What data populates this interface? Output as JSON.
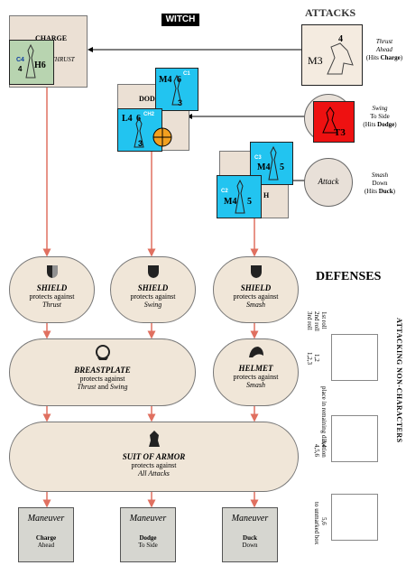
{
  "title_tag": "WITCH",
  "headings": {
    "attacks": "ATTACKS",
    "defenses": "DEFENSES"
  },
  "attacks": [
    {
      "line1": "Thrust",
      "line2": "Ahead",
      "line3_pre": "(Hits ",
      "line3_bold": "Charge",
      "line3_post": ")"
    },
    {
      "line1": "Swing",
      "line2": "To Side",
      "line3_pre": "(Hits ",
      "line3_bold": "Dodge",
      "line3_post": ")"
    },
    {
      "line1": "Smash",
      "line2": "Down",
      "line3_pre": "(Hits ",
      "line3_bold": "Duck",
      "line3_post": ")"
    }
  ],
  "attack_circle_label": "Attack",
  "charge_box": {
    "line1": "CHARGE",
    "line2": "THRUST"
  },
  "dodge_box": {
    "label": "DOD"
  },
  "duck_box": {
    "label": "H"
  },
  "counters": {
    "c4": {
      "code": "C4",
      "top": "4",
      "bottom": "H6",
      "color": "#b8d4b0"
    },
    "m3": {
      "top": "4",
      "left": "M3"
    },
    "m4_c1": {
      "code": "C1",
      "left": "M4",
      "top": "6",
      "bottom": "3",
      "color": "#22c4f0"
    },
    "l4_c2": {
      "code": "CH2",
      "left": "L4",
      "top": "6",
      "bottom": "3",
      "color": "#22c4f0"
    },
    "t3": {
      "code": "T3",
      "color": "#ee1111"
    },
    "m4_c3": {
      "code": "C3",
      "left": "M4",
      "right": "5",
      "color": "#22c4f0"
    },
    "m4_c2": {
      "code": "C2",
      "left": "M4",
      "right": "5",
      "color": "#22c4f0"
    }
  },
  "defenses": {
    "shield_thrust": {
      "name": "SHIELD",
      "protects": "protects against",
      "what": "Thrust"
    },
    "shield_swing": {
      "name": "SHIELD",
      "protects": "protects against",
      "what": "Swing"
    },
    "shield_smash": {
      "name": "SHIELD",
      "protects": "protects against",
      "what": "Smash"
    },
    "breastplate": {
      "name": "BREASTPLATE",
      "protects": "protects against",
      "what_a": "Thrust",
      "and": " and ",
      "what_b": "Swing"
    },
    "helmet": {
      "name": "HELMET",
      "protects": "protects against",
      "what": "Smash"
    },
    "suit": {
      "name": "SUIT OF ARMOR",
      "protects": "protects against",
      "what": "All Attacks"
    }
  },
  "maneuvers": [
    {
      "title": "Maneuver",
      "line1": "Charge",
      "line2": "Ahead"
    },
    {
      "title": "Maneuver",
      "line1": "Dodge",
      "line2": "To Side"
    },
    {
      "title": "Maneuver",
      "line1": "Duck",
      "line2": "Down"
    }
  ],
  "nonchar": {
    "header": "ATTACKING NON-CHARACTERS",
    "roll1": "1st roll",
    "roll2": "2nd roll",
    "roll3": "3rd roll",
    "r12": "1,2",
    "r123": "1,2,3",
    "r34": "3,4",
    "r456": "4,5,6",
    "place": "place in remaining direction",
    "r56": "5,6",
    "unmarked": "to unmarked box"
  },
  "colors": {
    "counter_blue": "#22c4f0",
    "counter_red": "#ee1111",
    "counter_green": "#b8d4b0",
    "arrow": "#e07060",
    "box_tan": "#ebe0d4"
  }
}
